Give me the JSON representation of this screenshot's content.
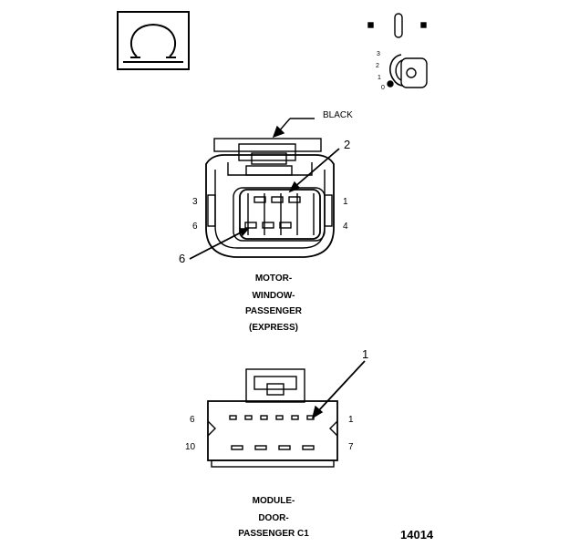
{
  "ignition_labels": [
    "3",
    "2",
    "1",
    "0"
  ],
  "connector_1": {
    "color_label": "BLACK",
    "callout_2": "2",
    "callout_6": "6",
    "pin_3": "3",
    "pin_1": "1",
    "pin_6": "6",
    "pin_4": "4",
    "title_lines": [
      "MOTOR-",
      "WINDOW-",
      "PASSENGER",
      "(EXPRESS)"
    ]
  },
  "connector_2": {
    "callout_1": "1",
    "pin_6": "6",
    "pin_1": "1",
    "pin_10": "10",
    "pin_7": "7",
    "title_lines": [
      "MODULE-",
      "DOOR-",
      "PASSENGER C1"
    ]
  },
  "figure_number": "14014",
  "icons": [
    "ohm-symbol-icon",
    "ignition-key-icon"
  ]
}
